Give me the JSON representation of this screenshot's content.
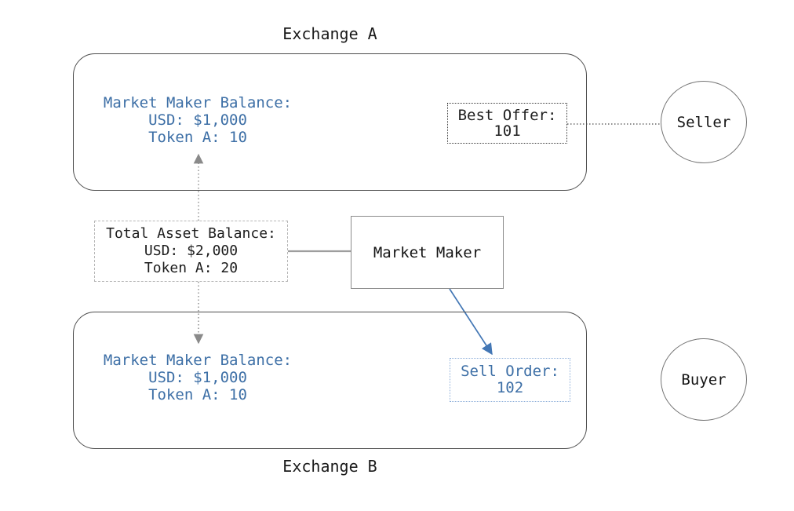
{
  "diagram": {
    "exchange_a": {
      "title": "Exchange A",
      "market_maker_balance": {
        "lines": [
          "Market Maker Balance:",
          "USD: $1,000",
          "Token A: 10"
        ]
      },
      "best_offer": {
        "label": "Best Offer:",
        "value": "101"
      }
    },
    "exchange_b": {
      "title": "Exchange B",
      "market_maker_balance": {
        "lines": [
          "Market Maker Balance:",
          "USD: $1,000",
          "Token A: 10"
        ]
      },
      "sell_order": {
        "label": "Sell Order:",
        "value": "102"
      }
    },
    "total_asset_balance": {
      "lines": [
        "Total Asset Balance:",
        "USD: $2,000",
        "Token A: 20"
      ]
    },
    "market_maker": {
      "label": "Market Maker"
    },
    "seller": {
      "label": "Seller"
    },
    "buyer": {
      "label": "Buyer"
    },
    "colors": {
      "accent_blue_text": "#3d6fa6",
      "arrow_blue": "#4377b5",
      "sell_order_border_blue": "#8fb0da",
      "exchange_border_gray": "#4d4d4d",
      "market_maker_border_gray": "#8c8c8c",
      "dashed_border_light_gray": "#b5b5b5",
      "dotted_arrow_gray": "#8a8a8a"
    }
  }
}
